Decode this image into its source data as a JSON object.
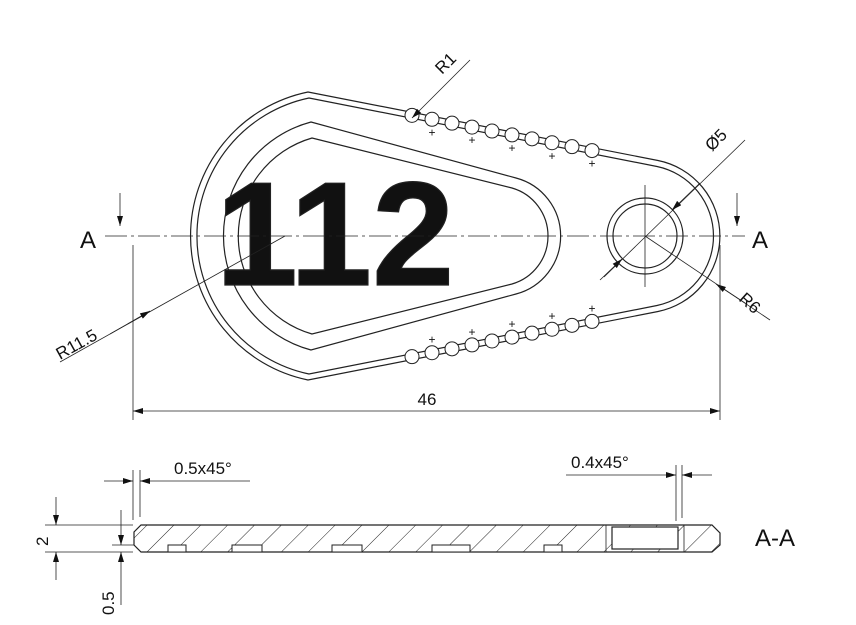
{
  "top_view": {
    "engraving": "112",
    "section_label_left": "A",
    "section_label_right": "A",
    "dim_notch_radius": "R1",
    "dim_hole_diameter": "Ø5",
    "dim_small_radius": "R6",
    "dim_large_radius": "R11.5",
    "dim_length": "46"
  },
  "section_view": {
    "title": "A-A",
    "dim_chamfer_left": "0.5x45°",
    "dim_chamfer_right": "0.4x45°",
    "dim_thickness": "2",
    "dim_step": "0.5"
  }
}
